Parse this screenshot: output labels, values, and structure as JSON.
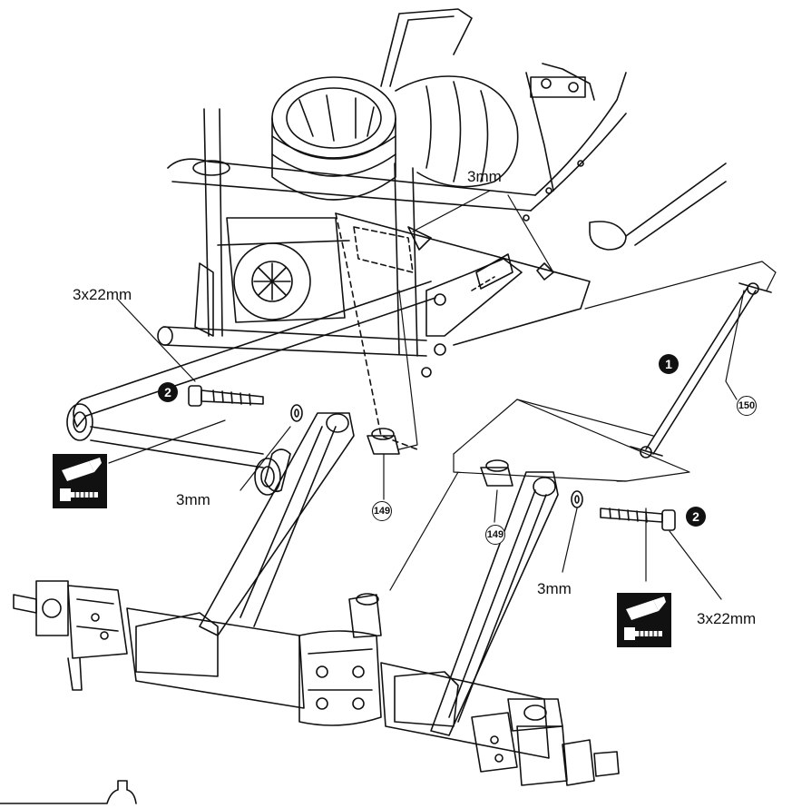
{
  "labels": {
    "nut_upper": "3mm",
    "screw_left": "3x22mm",
    "washer_left": "3mm",
    "washer_right": "3mm",
    "screw_right": "3x22mm"
  },
  "parts": {
    "pivot_left": "149",
    "pivot_right": "149",
    "drive_shaft": "150"
  },
  "steps": {
    "step_one": "1",
    "step_two_left": "2",
    "step_two_right": "2"
  },
  "icons": {
    "glue_left": "thread-lock-icon",
    "glue_right": "thread-lock-icon"
  }
}
